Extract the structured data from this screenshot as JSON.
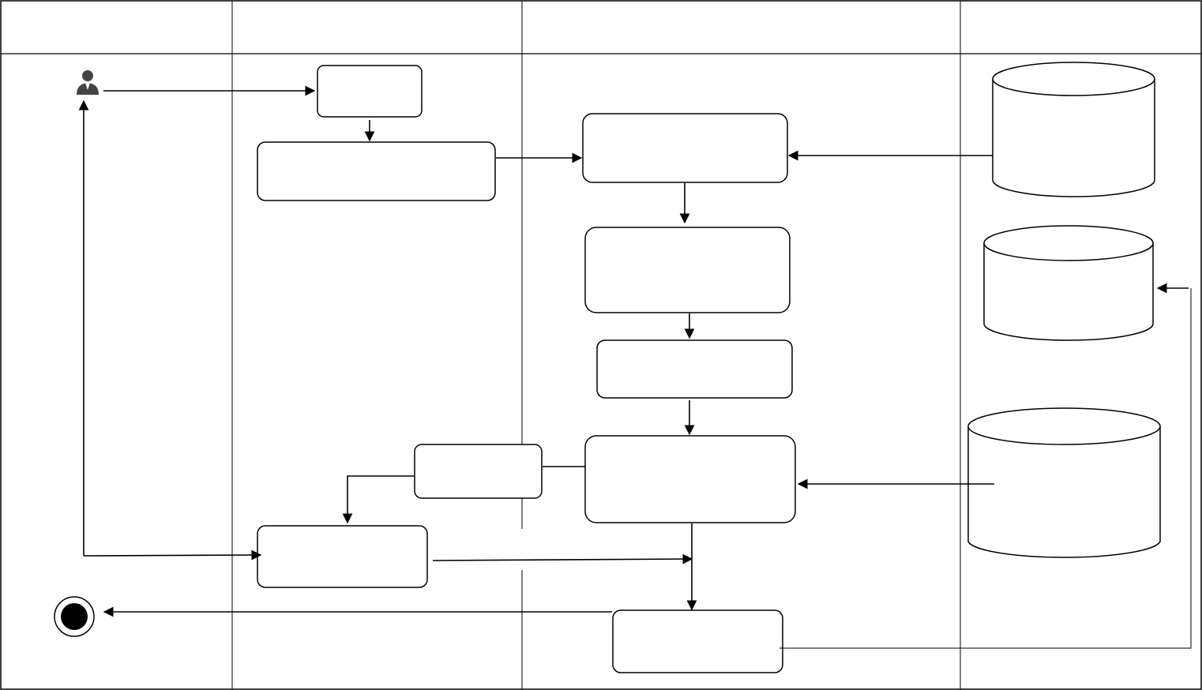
{
  "diagram": {
    "type": "swimlane-activity-diagram",
    "lanes": [
      {
        "id": "lane-1",
        "header": ""
      },
      {
        "id": "lane-2",
        "header": ""
      },
      {
        "id": "lane-3",
        "header": ""
      },
      {
        "id": "lane-4",
        "header": ""
      }
    ],
    "nodes": [
      {
        "id": "user-actor",
        "kind": "actor",
        "label": ""
      },
      {
        "id": "step-a",
        "kind": "activity",
        "label": ""
      },
      {
        "id": "step-b",
        "kind": "activity",
        "label": ""
      },
      {
        "id": "step-c",
        "kind": "activity",
        "label": ""
      },
      {
        "id": "step-d",
        "kind": "activity",
        "label": ""
      },
      {
        "id": "step-e",
        "kind": "activity",
        "label": ""
      },
      {
        "id": "step-f",
        "kind": "activity",
        "label": ""
      },
      {
        "id": "step-g",
        "kind": "activity",
        "label": ""
      },
      {
        "id": "step-h",
        "kind": "activity",
        "label": ""
      },
      {
        "id": "step-i",
        "kind": "activity",
        "label": ""
      },
      {
        "id": "db-1",
        "kind": "database",
        "label": ""
      },
      {
        "id": "db-2",
        "kind": "database",
        "label": ""
      },
      {
        "id": "db-3",
        "kind": "database",
        "label": ""
      },
      {
        "id": "end-node",
        "kind": "final",
        "label": ""
      }
    ],
    "edges": [
      {
        "from": "user-actor",
        "to": "step-a"
      },
      {
        "from": "step-a",
        "to": "step-b"
      },
      {
        "from": "step-b",
        "to": "step-c"
      },
      {
        "from": "db-1",
        "to": "step-c"
      },
      {
        "from": "step-c",
        "to": "step-d"
      },
      {
        "from": "step-d",
        "to": "step-e"
      },
      {
        "from": "step-e",
        "to": "step-f"
      },
      {
        "from": "db-3",
        "to": "step-f"
      },
      {
        "from": "step-f",
        "to": "step-g"
      },
      {
        "from": "step-g",
        "to": "step-h"
      },
      {
        "from": "step-h",
        "to": "user-actor"
      },
      {
        "from": "step-h",
        "to": "step-i"
      },
      {
        "from": "step-f",
        "to": "step-i"
      },
      {
        "from": "step-i",
        "to": "end-node"
      },
      {
        "from": "step-i",
        "to": "db-2"
      }
    ],
    "colors": {
      "stroke": "#000000",
      "fill": "#ffffff",
      "end_fill": "#000000",
      "actor": "#444444"
    }
  }
}
